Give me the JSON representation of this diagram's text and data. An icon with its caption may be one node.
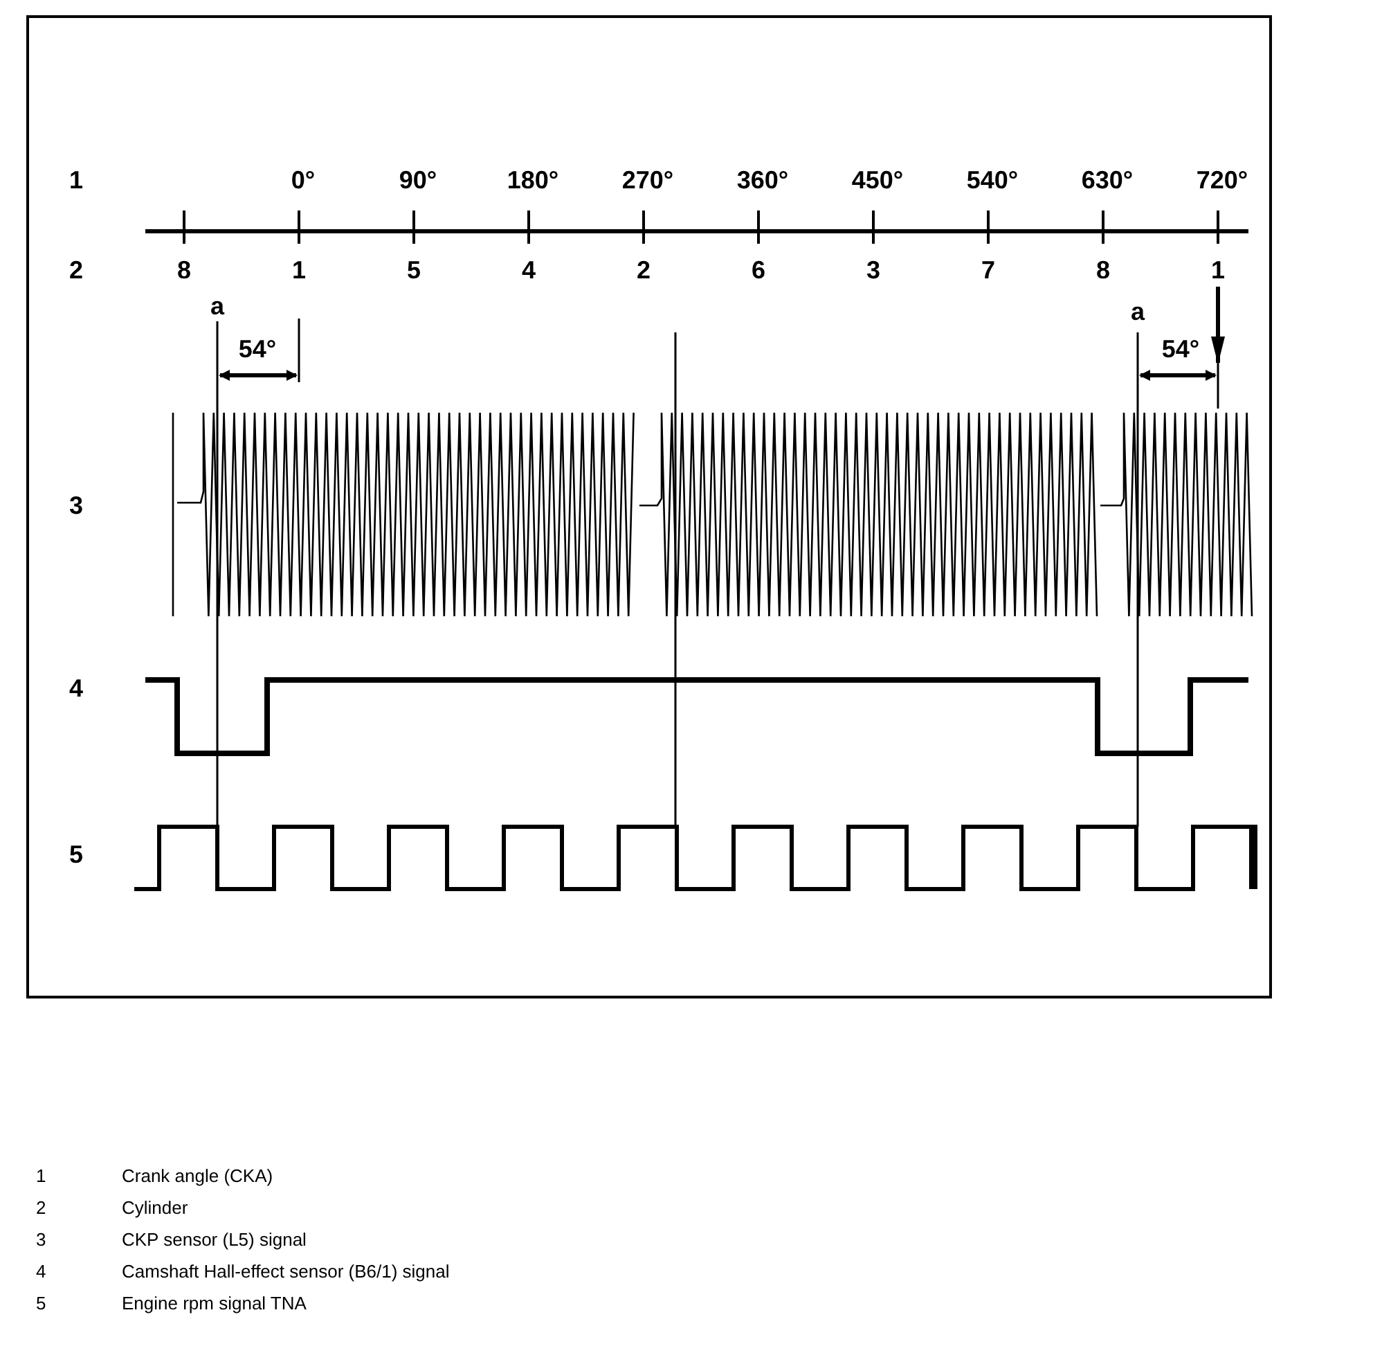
{
  "diagram": {
    "labels": [
      "1",
      "0°",
      "90°",
      "180°",
      "270°",
      "360°",
      "450°",
      "540°",
      "630°",
      "720°",
      "2",
      "8",
      "1",
      "5",
      "4",
      "2",
      "6",
      "3",
      "7",
      "8",
      "1",
      "a",
      "54°",
      "a",
      "54°",
      "3",
      "4",
      "5",
      "1",
      "Crank angle (CKA)",
      "2",
      "Cylinder",
      "3",
      "CKP sensor (L5) signal",
      "4",
      "Camshaft Hall-effect sensor (B6/1) signal",
      "5",
      "Engine rpm signal TNA"
    ]
  }
}
